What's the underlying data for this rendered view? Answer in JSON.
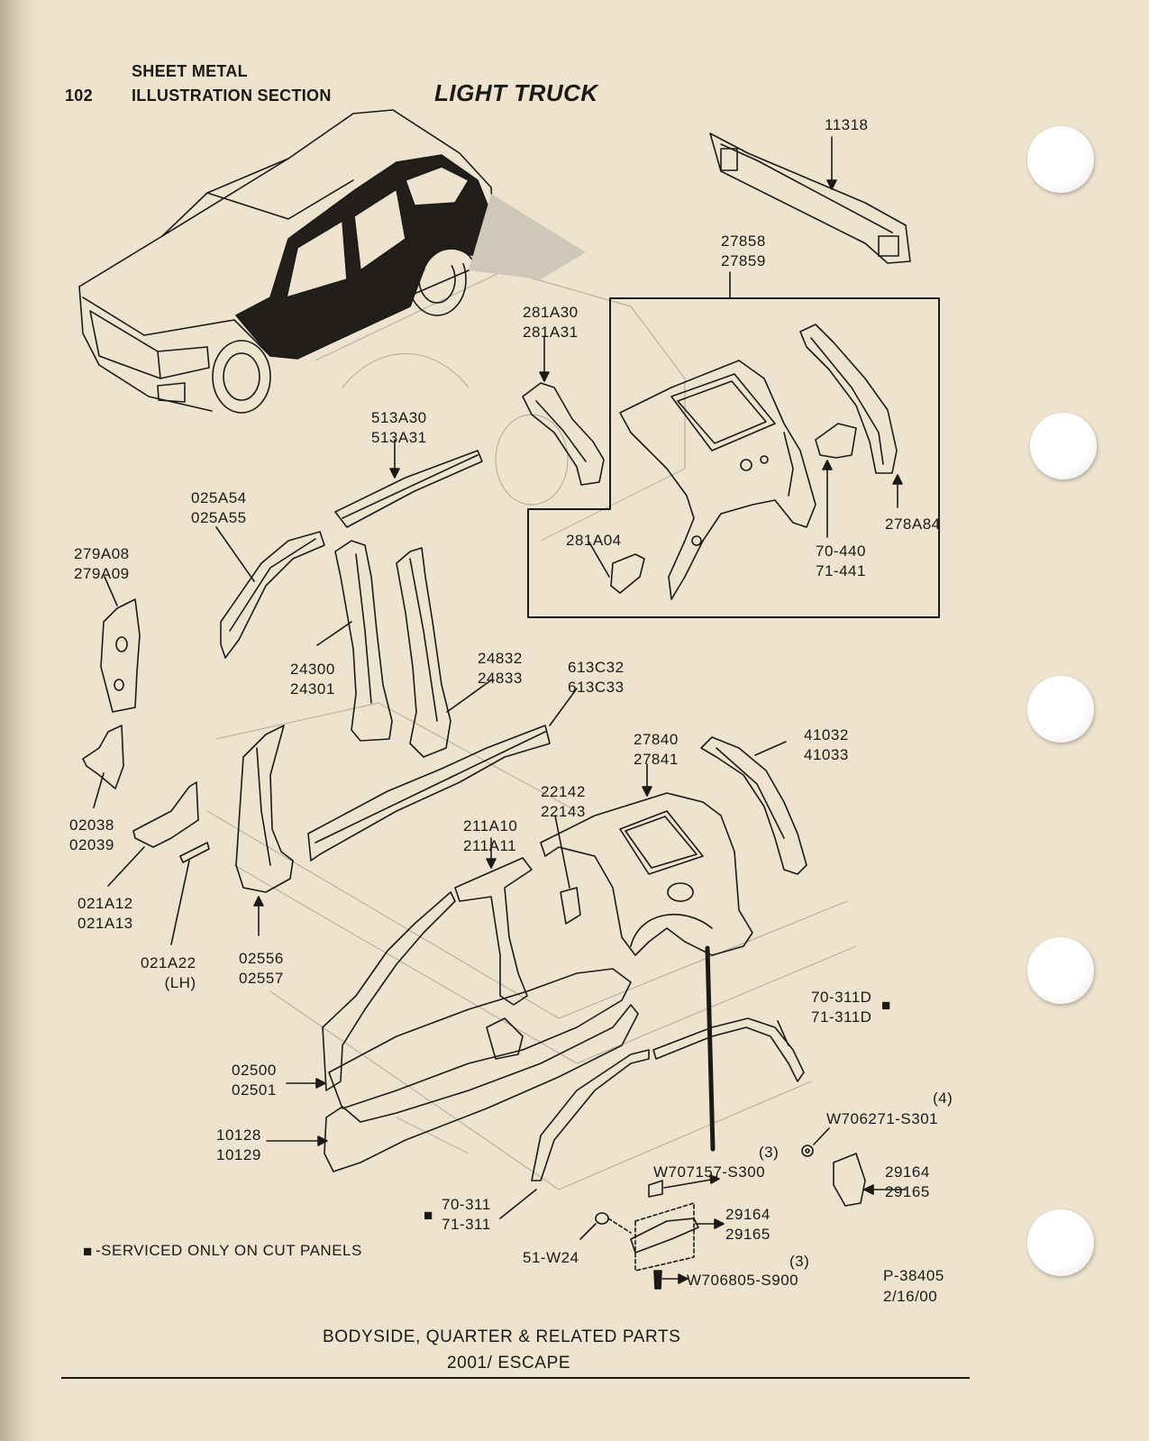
{
  "header": {
    "page_number": "102",
    "section_line1": "SHEET METAL",
    "section_line2": "ILLUSTRATION SECTION",
    "category": "LIGHT TRUCK"
  },
  "parts": {
    "p11318": "11318",
    "p27858": "27858\n27859",
    "p281A30": "281A30\n281A31",
    "p513A30": "513A30\n513A31",
    "p025A54": "025A54\n025A55",
    "p279A08": "279A08\n279A09",
    "p281A04": "281A04",
    "p70_440": "70-440\n71-441",
    "p278A84": "278A84",
    "p24300": "24300\n24301",
    "p24832": "24832\n24833",
    "p613C32": "613C32\n613C33",
    "p27840": "27840\n27841",
    "p41032": "41032\n41033",
    "p02038": "02038\n02039",
    "p22142": "22142\n22143",
    "p211A10": "211A10\n211A11",
    "p021A12": "021A12\n021A13",
    "p021A22": "021A22\n(LH)",
    "p02556": "02556\n02557",
    "p70_311D": "70-311D\n71-311D",
    "p02500": "02500\n02501",
    "p10128": "10128\n10129",
    "qty4": "(4)",
    "pW706271": "W706271-S301",
    "qty3a": "(3)",
    "pW707157": "W707157-S300",
    "p29164a": "29164\n29165",
    "p29164b": "29164\n29165",
    "p70_311": "70-311\n71-311",
    "p51W24": "51-W24",
    "qty3b": "(3)",
    "pW706805": "W706805-S900"
  },
  "legend": {
    "marker": "■",
    "text": "-SERVICED ONLY ON CUT PANELS"
  },
  "markers": {
    "m1": "■",
    "m2": "■"
  },
  "reference": {
    "code": "P-38405",
    "date": "2/16/00"
  },
  "footer": {
    "line1": "BODYSIDE, QUARTER & RELATED PARTS",
    "line2": "2001/ ESCAPE"
  },
  "colors": {
    "paper": "#ede3cf",
    "ink": "#1c1a17"
  }
}
